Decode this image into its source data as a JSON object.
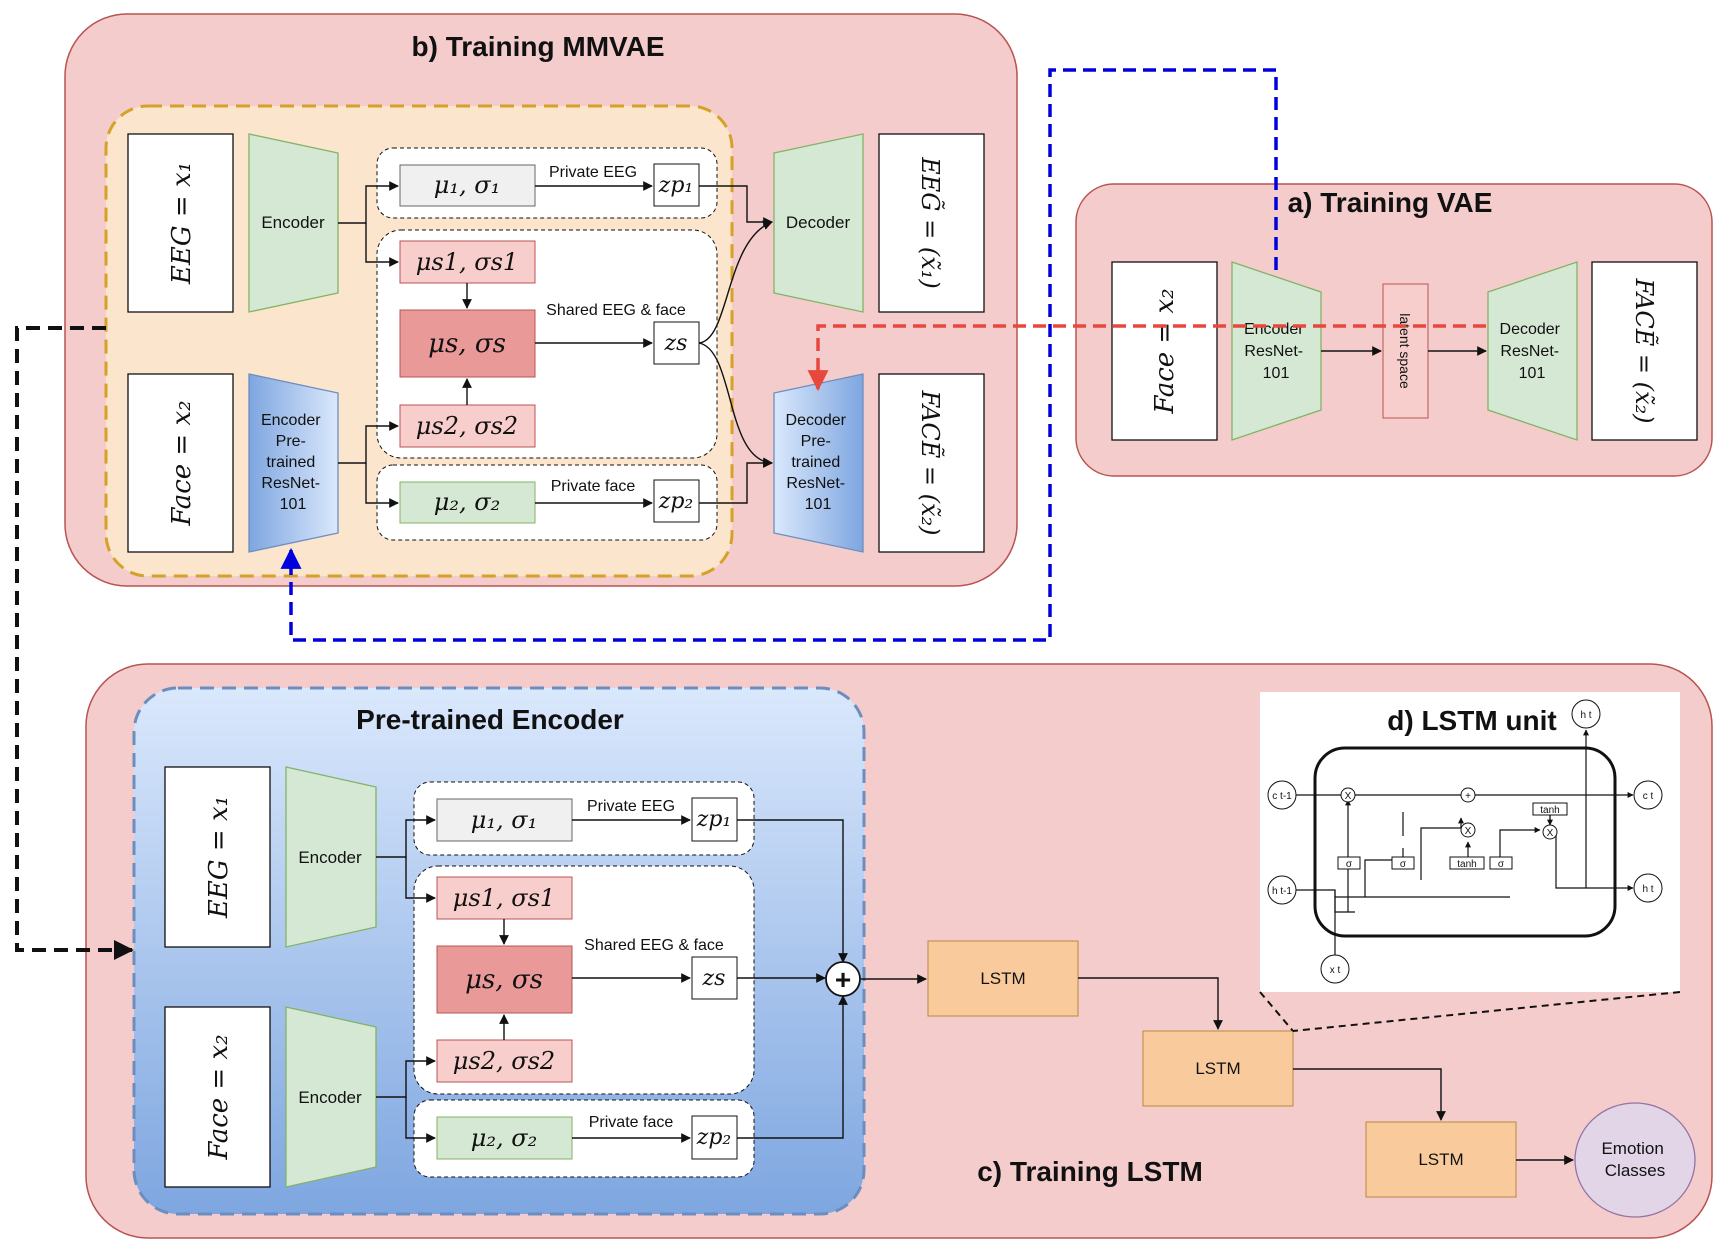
{
  "panels": {
    "mmvae_title": "b) Training MMVAE",
    "vae_title": "a) Training VAE",
    "lstm_title": "c) Training LSTM",
    "pretrained_title": "Pre-trained Encoder",
    "lstm_unit_title": "d) LSTM unit"
  },
  "inputs": {
    "eeg": "EEG = x₁",
    "face": "Face = x₂",
    "eeg_recon": "EEG̃ = (x̃₁)",
    "face_recon": "FACẼ = (x̃₂)"
  },
  "blocks": {
    "encoder": "Encoder",
    "decoder": "Decoder",
    "encoder_pretrained": [
      "Encoder",
      "Pre-",
      "trained",
      "ResNet-",
      "101"
    ],
    "decoder_pretrained": [
      "Decoder",
      "Pre-",
      "trained",
      "ResNet-",
      "101"
    ],
    "encoder_resnet": [
      "Encoder",
      "ResNet-",
      "101"
    ],
    "decoder_resnet": [
      "Decoder",
      "ResNet-",
      "101"
    ],
    "latent_space": "latent space",
    "lstm": "LSTM",
    "emotion": [
      "Emotion",
      "Classes"
    ],
    "plus": "+"
  },
  "latents": {
    "mu1_sigma1": "μ₁, σ₁",
    "mus1_sigmas1": "μs1, σs1",
    "mus_sigmas": "μs, σs",
    "mus2_sigmas2": "μs2, σs2",
    "mu2_sigma2": "μ₂, σ₂",
    "zp1": "zp₁",
    "zs": "zs",
    "zp2": "zp₂"
  },
  "edge_labels": {
    "private_eeg": "Private EEG",
    "shared": "Shared EEG & face",
    "private_face": "Private face"
  },
  "lstm_unit": {
    "c_prev": "c t-1",
    "c_next": "c t",
    "h_prev": "h t-1",
    "h_next": "h t",
    "h_top": "h t",
    "x": "x t",
    "sigma": "σ",
    "tanh": "tanh",
    "times": "X",
    "plus": "+"
  },
  "colors": {
    "panel_fill": "#f4cccc",
    "panel_stroke": "#b85450",
    "inner_fill": "#fce5cd",
    "inner_stroke": "#d6a128",
    "green_fill": "#d5e8d4",
    "green_stroke": "#82b366",
    "shared_fill": "#ea9999",
    "lstm_fill": "#f9cb9c",
    "emotion_fill": "#e1d5e7",
    "blue_dash": "#0000dd",
    "red_dash": "#e8473d"
  }
}
